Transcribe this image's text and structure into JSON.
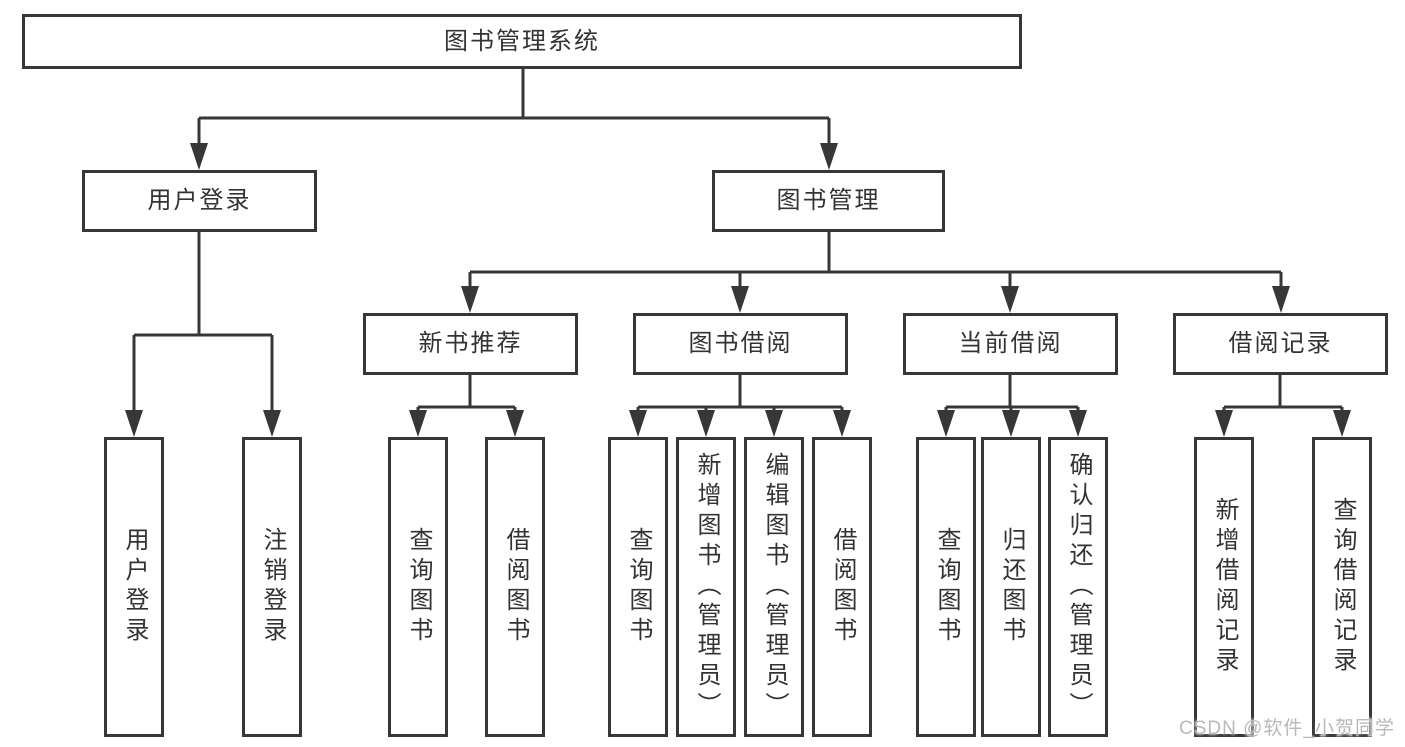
{
  "tree": {
    "root": "图书管理系统",
    "user_login": {
      "label": "用户登录",
      "children": [
        "用户登录",
        "注销登录"
      ]
    },
    "book_management": {
      "label": "图书管理",
      "groups": [
        {
          "label": "新书推荐",
          "children": [
            "查询图书",
            "借阅图书"
          ]
        },
        {
          "label": "图书借阅",
          "children": [
            "查询图书",
            "新增图书（管理员）",
            "编辑图书（管理员）",
            "借阅图书"
          ]
        },
        {
          "label": "当前借阅",
          "children": [
            "查询图书",
            "归还图书",
            "确认归还（管理员）"
          ]
        },
        {
          "label": "借阅记录",
          "children": [
            "新增借阅记录",
            "查询借阅记录"
          ]
        }
      ]
    }
  },
  "watermark": "CSDN @软件_小贺同学",
  "colors": {
    "line": "#373737",
    "text": "#333333",
    "background": "#ffffff",
    "watermark": "#b9b9b9"
  }
}
